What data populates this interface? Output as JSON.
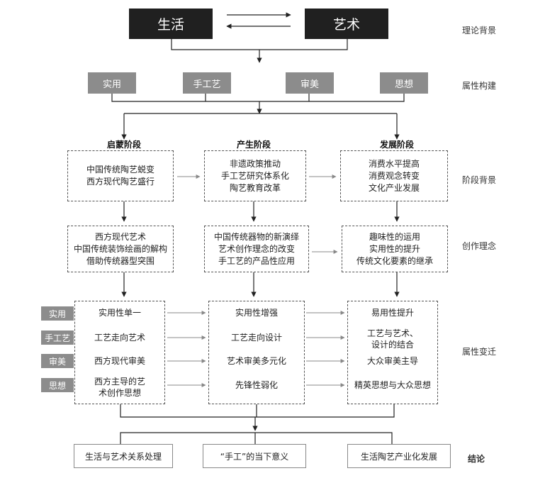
{
  "theory": {
    "left": "生活",
    "right": "艺术"
  },
  "attributes": [
    "实用",
    "手工艺",
    "审美",
    "思想"
  ],
  "row_labels": {
    "theory": "理论背景",
    "attributes": "属性构建",
    "background": "阶段背景",
    "concept": "创作理念",
    "change": "属性变迁",
    "conclusion": "结论"
  },
  "stages": [
    {
      "title": "启蒙阶段",
      "background": [
        "中国传统陶艺蜕变",
        "西方现代陶艺盛行"
      ],
      "concept": [
        "西方现代艺术",
        "中国传统装饰绘画的解构",
        "借助传统器型突围"
      ],
      "changes": [
        [
          "实用性单一"
        ],
        [
          "工艺走向艺术"
        ],
        [
          "西方现代审美"
        ],
        [
          "西方主导的艺",
          "术创作思想"
        ]
      ]
    },
    {
      "title": "产生阶段",
      "background": [
        "非遗政策推动",
        "手工艺研究体系化",
        "陶艺教育改革"
      ],
      "concept": [
        "中国传统器物的新演绎",
        "艺术创作理念的改变",
        "手工艺的产品性应用"
      ],
      "changes": [
        [
          "实用性增强"
        ],
        [
          "工艺走向设计"
        ],
        [
          "艺术审美多元化"
        ],
        [
          "先锋性弱化"
        ]
      ]
    },
    {
      "title": "发展阶段",
      "background": [
        "消费水平提高",
        "消费观念转变",
        "文化产业发展"
      ],
      "concept": [
        "趣味性的运用",
        "实用性的提升",
        "传统文化要素的继承"
      ],
      "changes": [
        [
          "易用性提升"
        ],
        [
          "工艺与艺术、",
          "设计的结合"
        ],
        [
          "大众审美主导"
        ],
        [
          "精英思想与大众思想"
        ]
      ]
    }
  ],
  "side_tags": [
    "实用",
    "手工艺",
    "审美",
    "思想"
  ],
  "conclusions": [
    "生活与艺术关系处理",
    "“手工”的当下意义",
    "生活陶艺产业化发展"
  ]
}
